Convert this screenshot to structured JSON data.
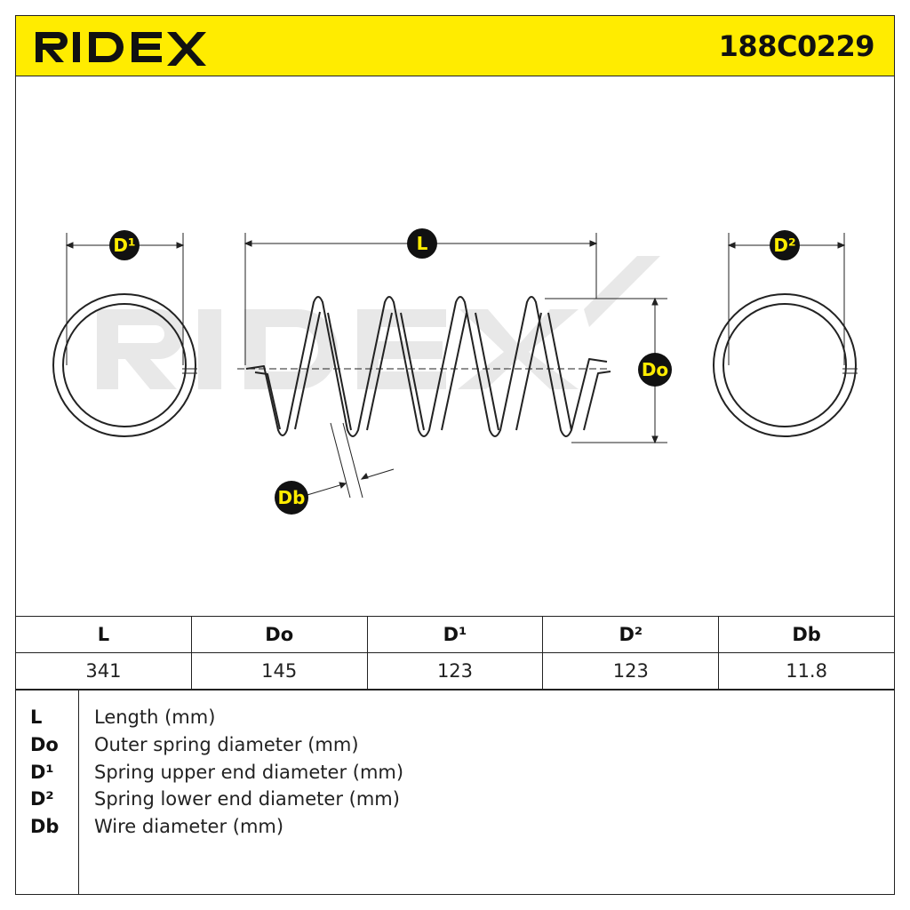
{
  "brand": "RIDEX",
  "part_number": "188C0229",
  "watermark": "RIDEX",
  "diagram_labels": {
    "D1": "D¹",
    "D2": "D²",
    "L": "L",
    "Do": "Do",
    "Db": "Db"
  },
  "table": {
    "headers": [
      "L",
      "Do",
      "D¹",
      "D²",
      "Db"
    ],
    "values": [
      "341",
      "145",
      "123",
      "123",
      "11.8"
    ]
  },
  "legend": [
    {
      "key": "L",
      "desc": "Length (mm)"
    },
    {
      "key": "Do",
      "desc": "Outer spring diameter (mm)"
    },
    {
      "key": "D¹",
      "desc": "Spring upper end diameter (mm)"
    },
    {
      "key": "D²",
      "desc": "Spring lower end diameter (mm)"
    },
    {
      "key": "Db",
      "desc": "Wire diameter (mm)"
    }
  ],
  "colors": {
    "accent": "#ffec00",
    "ink": "#111111",
    "watermark": "#e6e6e6"
  }
}
